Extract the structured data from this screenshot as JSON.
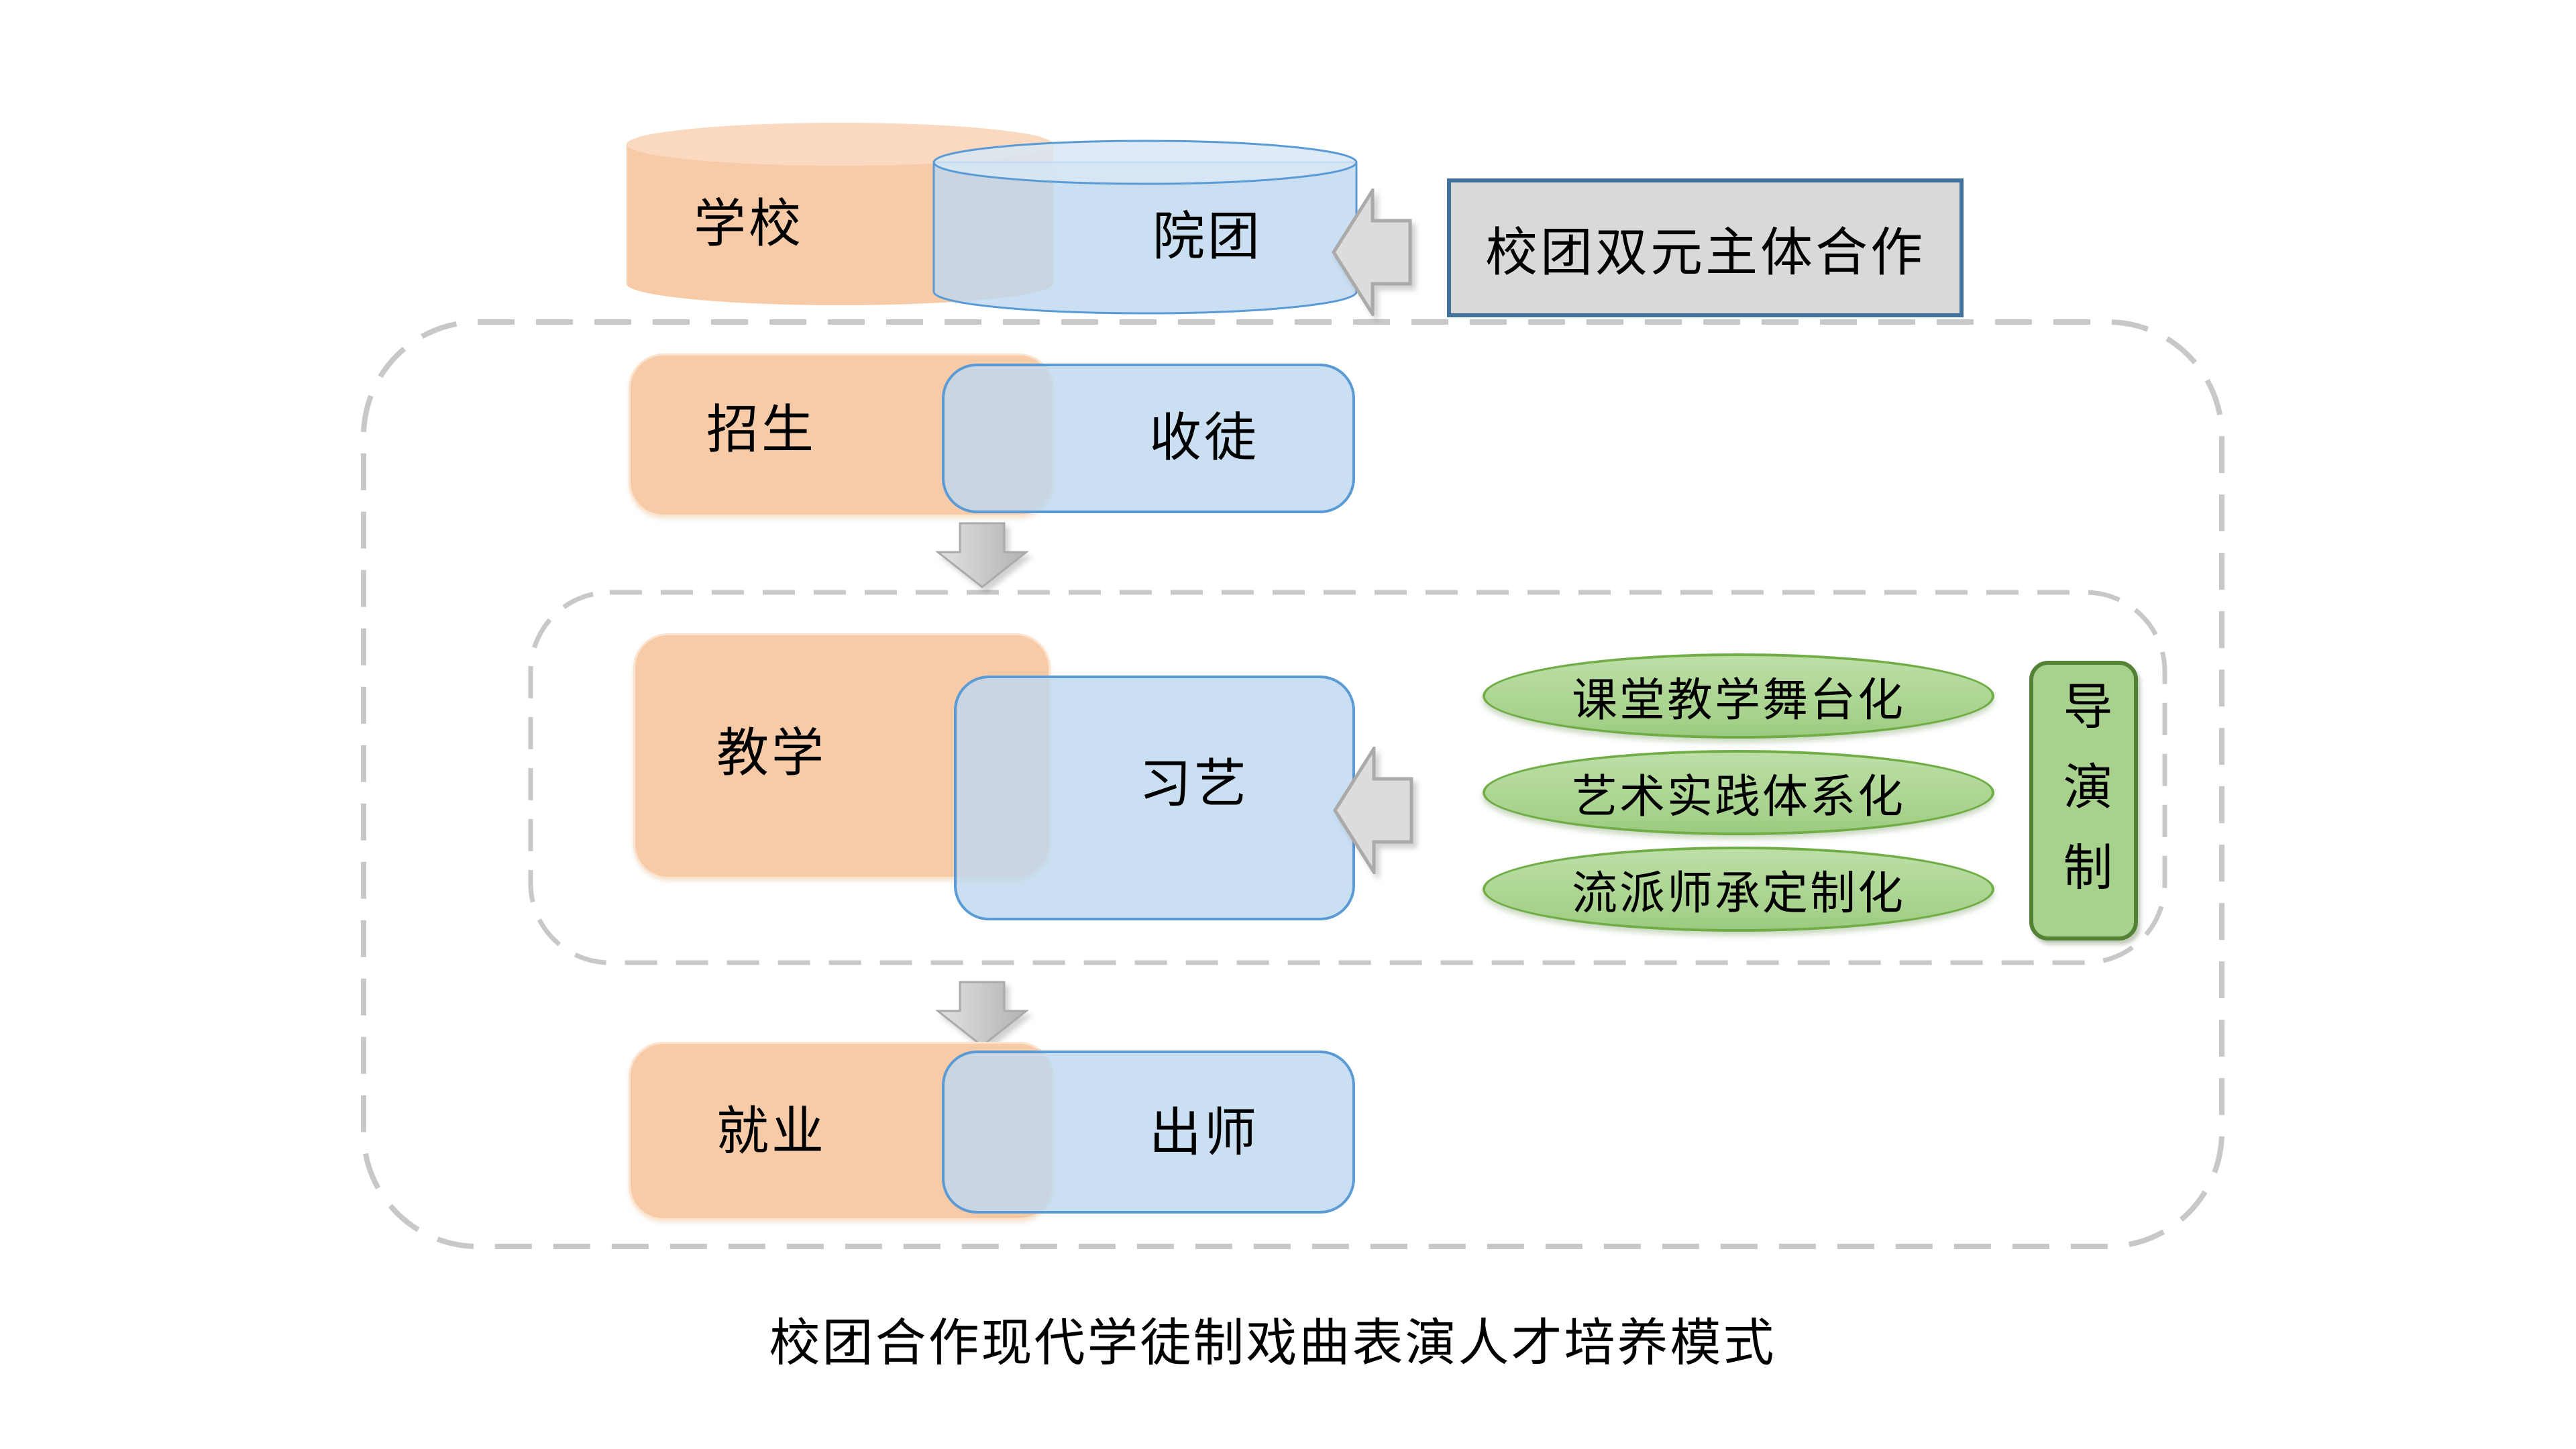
{
  "caption": "校团合作现代学徒制戏曲表演人才培养模式",
  "header": {
    "school": "学校",
    "troupe": "院团",
    "cooperation": "校团双元主体合作"
  },
  "stages": [
    {
      "school": "招生",
      "troupe": "收徒"
    },
    {
      "school": "教学",
      "troupe": "习艺"
    },
    {
      "school": "就业",
      "troupe": "出师"
    }
  ],
  "methods": [
    "课堂教学舞台化",
    "艺术实践体系化",
    "流派师承定制化"
  ],
  "director_system": "导演制",
  "colors": {
    "school_fill": "#F7CBA8",
    "school_top": "#FAD9C0",
    "troupe_fill": "#BDD7EE",
    "troupe_top": "#D8E7F5",
    "troupe_border": "#5B9BD5",
    "method_fill_light": "#BCDFA7",
    "method_fill": "#A7D28C",
    "method_border": "#71AD47",
    "director_fill": "#A9D18E",
    "director_border": "#538135",
    "coop_fill": "#D9D9D9",
    "coop_border": "#41719C",
    "arrow_fill": "#DCDCDC",
    "arrow_border": "#AAAAAA",
    "dash_color": "#C8C8C8",
    "text_color": "#000000"
  }
}
